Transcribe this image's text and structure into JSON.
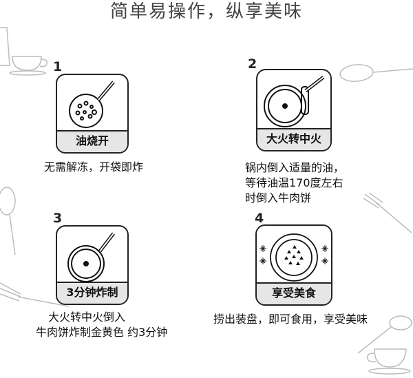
{
  "title": "简单易操作，纵享美味",
  "steps": [
    {
      "number": "1",
      "label": "油烧开",
      "desc": [
        "无需解冻，开袋即炸"
      ]
    },
    {
      "number": "2",
      "label": "大火转中火",
      "desc": [
        "锅内倒入适量的油，",
        "等待油温170度左右",
        "时倒入牛肉饼"
      ]
    },
    {
      "number": "3",
      "label": "3分钟炸制",
      "desc": [
        "大火转中火倒入",
        "牛肉饼炸制金黄色 约3分钟"
      ]
    },
    {
      "number": "4",
      "label": "享受美食",
      "desc": [
        "捞出装盘，即可食用，享受美味"
      ]
    }
  ],
  "colors": {
    "caption_bg": "#e6e6e6",
    "border": "#222222",
    "deco": "#bbbbbb"
  },
  "icons": [
    "pan-oil-bubbles-icon",
    "pan-large-icon",
    "pan-icon",
    "plate-food-icon"
  ]
}
